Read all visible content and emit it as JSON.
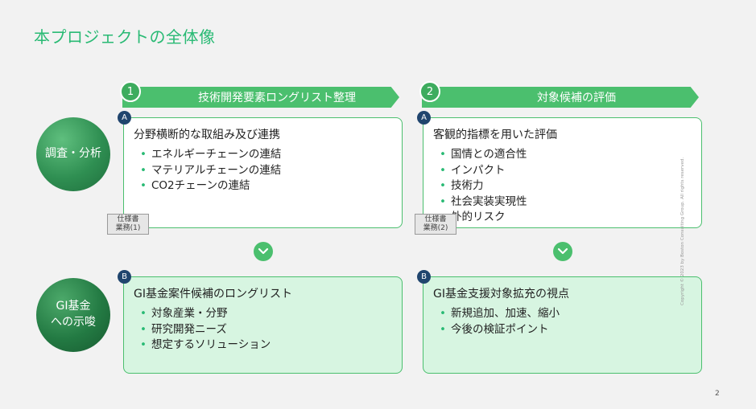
{
  "title": "本プロジェクトの全体像",
  "rows": [
    {
      "label_line1": "調査・分析",
      "label_line2": ""
    },
    {
      "label_line1": "GI基金",
      "label_line2": "への示唆"
    }
  ],
  "columns": [
    {
      "number": "1",
      "banner": "技術開発要素ロングリスト整理",
      "box_a": {
        "badge": "A",
        "heading": "分野横断的な取組み及び連携",
        "items": [
          "エネルギーチェーンの連結",
          "マテリアルチェーンの連結",
          "CO2チェーンの連結"
        ],
        "tag_line1": "仕様書",
        "tag_line2": "業務(1)"
      },
      "box_b": {
        "badge": "B",
        "heading": "GI基金案件候補のロングリスト",
        "items": [
          "対象産業・分野",
          "研究開発ニーズ",
          "想定するソリューション"
        ]
      }
    },
    {
      "number": "2",
      "banner": "対象候補の評価",
      "box_a": {
        "badge": "A",
        "heading": "客観的指標を用いた評価",
        "items": [
          "国情との適合性",
          "インパクト",
          "技術力",
          "社会実装実現性",
          "外的リスク"
        ],
        "tag_line1": "仕様書",
        "tag_line2": "業務(2)"
      },
      "box_b": {
        "badge": "B",
        "heading": "GI基金支援対象拡充の視点",
        "items": [
          "新規追加、加速、縮小",
          "今後の検証ポイント"
        ]
      }
    }
  ],
  "page_number": "2",
  "copyright": "Copyright © 2023 by Boston Consulting Group. All rights reserved.",
  "colors": {
    "accent": "#29ba74",
    "banner": "#4bbf6e",
    "badge": "#20456e",
    "light_green": "#d7f5e1"
  },
  "icons": {
    "transition": "chevron-down-icon"
  }
}
